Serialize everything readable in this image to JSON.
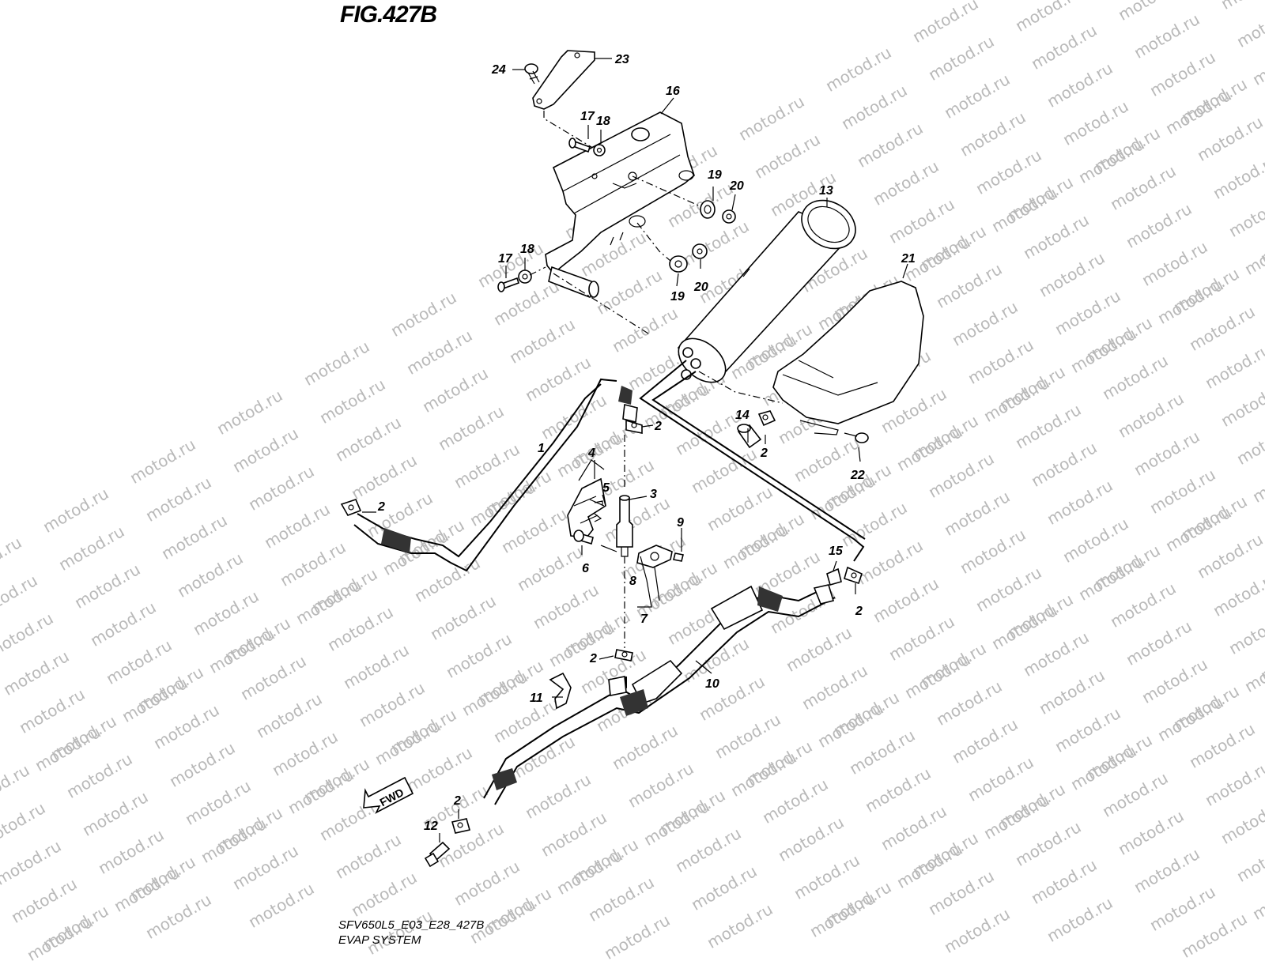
{
  "figure": {
    "title": "FIG.427B",
    "code": "SFV650L5_E03_E28_427B",
    "name": "EVAP SYSTEM"
  },
  "watermark": {
    "text": "motod.ru",
    "color": "#b9b9b9"
  },
  "fwd_arrow": {
    "label": "FWD"
  },
  "callouts": [
    "1",
    "2",
    "3",
    "4",
    "5",
    "6",
    "7",
    "8",
    "9",
    "10",
    "11",
    "12",
    "13",
    "14",
    "15",
    "16",
    "17",
    "18",
    "19",
    "20",
    "21",
    "22",
    "23",
    "24"
  ]
}
